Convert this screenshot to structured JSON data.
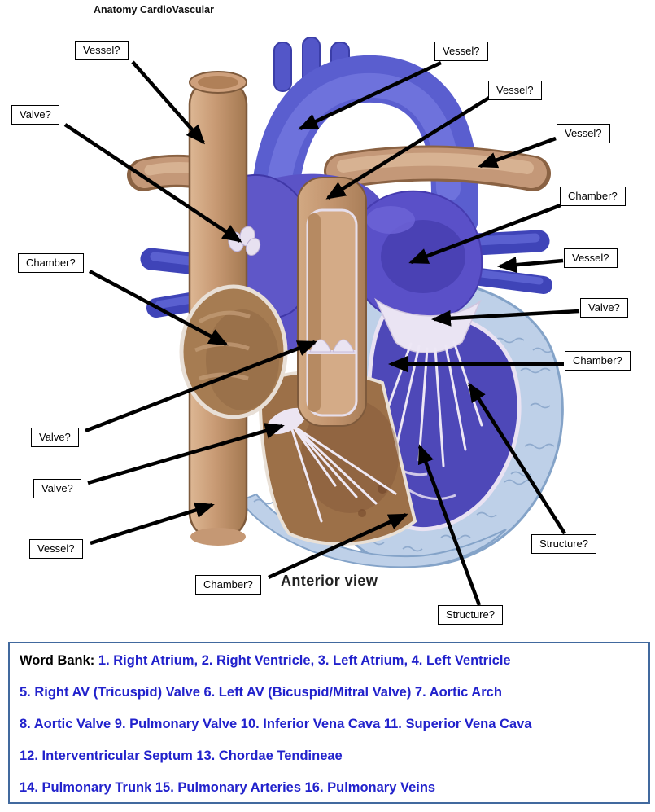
{
  "page": {
    "title": "Anatomy CardioVascular",
    "caption": "Anterior view"
  },
  "labels": [
    {
      "id": "vessel-top-left",
      "text": "Vessel?"
    },
    {
      "id": "valve-upper-left",
      "text": "Valve?"
    },
    {
      "id": "chamber-left",
      "text": "Chamber?"
    },
    {
      "id": "valve-mid-left",
      "text": "Valve?"
    },
    {
      "id": "valve-lower-left",
      "text": "Valve?"
    },
    {
      "id": "vessel-lower-left",
      "text": "Vessel?"
    },
    {
      "id": "chamber-bottom",
      "text": "Chamber?"
    },
    {
      "id": "vessel-top-right",
      "text": "Vessel?"
    },
    {
      "id": "vessel-upper-right",
      "text": "Vessel?"
    },
    {
      "id": "vessel-right",
      "text": "Vessel?"
    },
    {
      "id": "chamber-upper-right",
      "text": "Chamber?"
    },
    {
      "id": "vessel-mid-right",
      "text": "Vessel?"
    },
    {
      "id": "valve-right",
      "text": "Valve?"
    },
    {
      "id": "chamber-right",
      "text": "Chamber?"
    },
    {
      "id": "structure-right",
      "text": "Structure?"
    },
    {
      "id": "structure-bottom",
      "text": "Structure?"
    }
  ],
  "wordbank": {
    "title": "Word Bank",
    "separator": ": ",
    "lines": [
      "1. Right Atrium, 2. Right Ventricle, 3. Left Atrium, 4. Left Ventricle",
      "5. Right AV (Tricuspid) Valve 6. Left AV (Bicuspid/Mitral Valve) 7. Aortic Arch",
      "8. Aortic Valve 9. Pulmonary Valve 10. Inferior Vena Cava 11. Superior Vena Cava",
      "12. Interventricular Septum 13. Chordae Tendineae",
      "14. Pulmonary Trunk 15.  Pulmonary Arteries 16. Pulmonary Veins"
    ]
  },
  "colors": {
    "wordbank_blue": "#2222CC",
    "wordbank_border": "#41699e",
    "arrow_black": "#000000",
    "vessel_tan": "#C2946E",
    "vessel_blue": "#5A5ECF",
    "atrium_purple": "#5A50C8",
    "myocardium_lightblue": "#BED0E8"
  }
}
